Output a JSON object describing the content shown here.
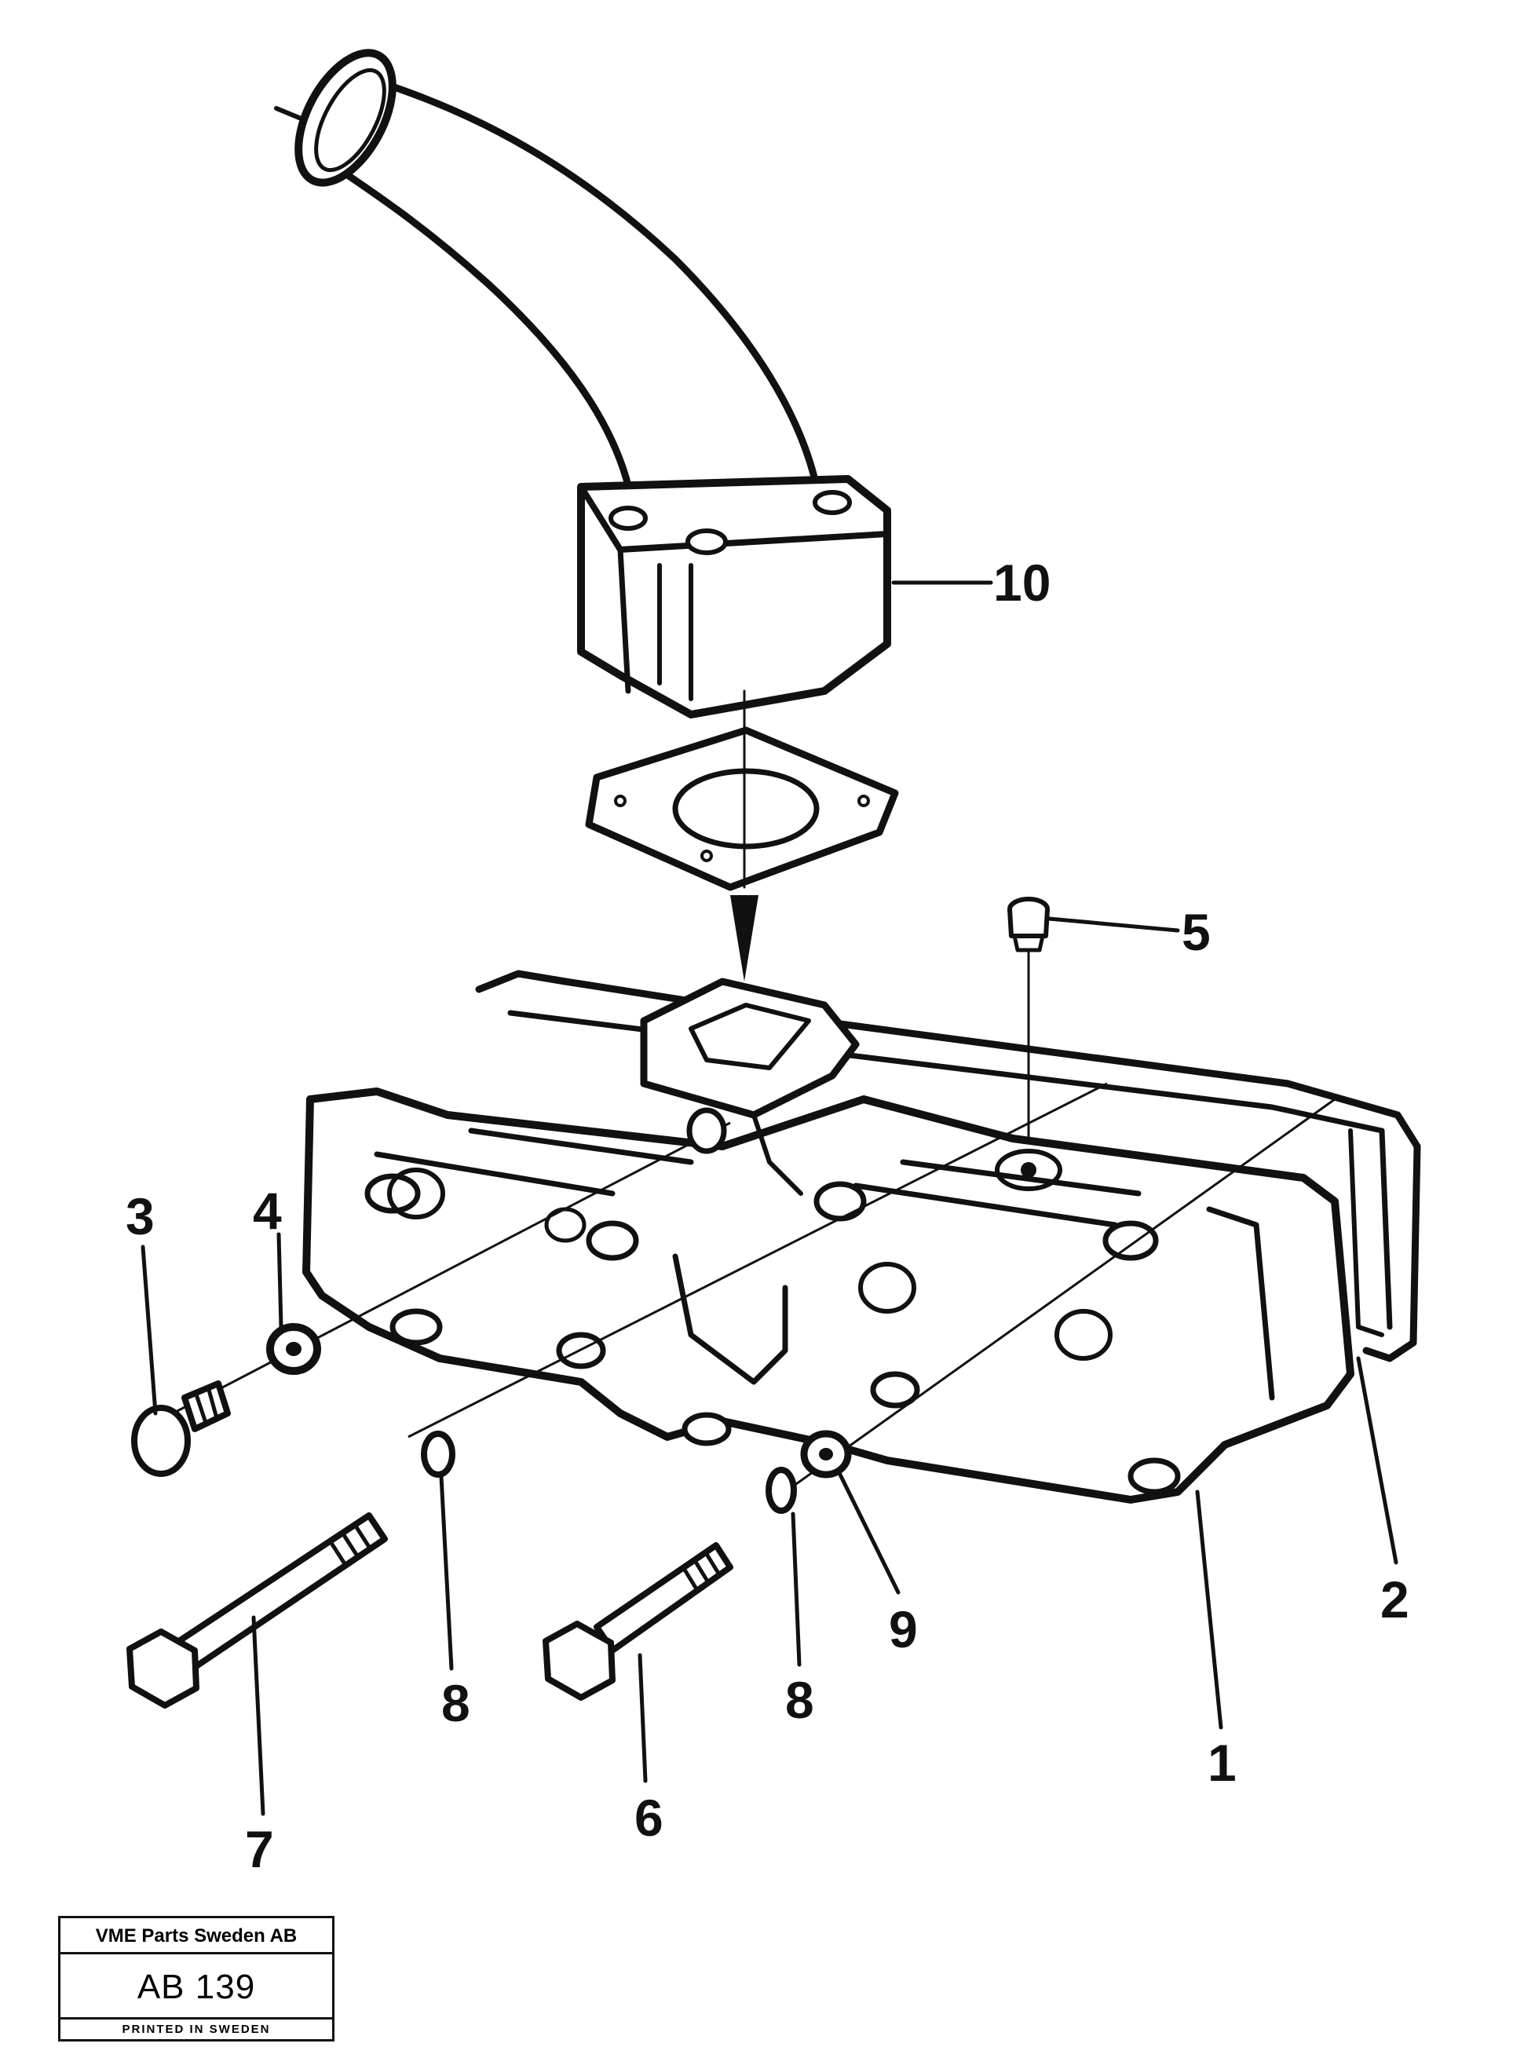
{
  "callouts": {
    "c1": "1",
    "c2": "2",
    "c3": "3",
    "c4": "4",
    "c5": "5",
    "c6": "6",
    "c7": "7",
    "c8a": "8",
    "c8b": "8",
    "c9": "9",
    "c10": "10"
  },
  "title_block": {
    "company": "VME Parts Sweden AB",
    "code": "AB 139",
    "printed": "PRINTED IN SWEDEN"
  }
}
